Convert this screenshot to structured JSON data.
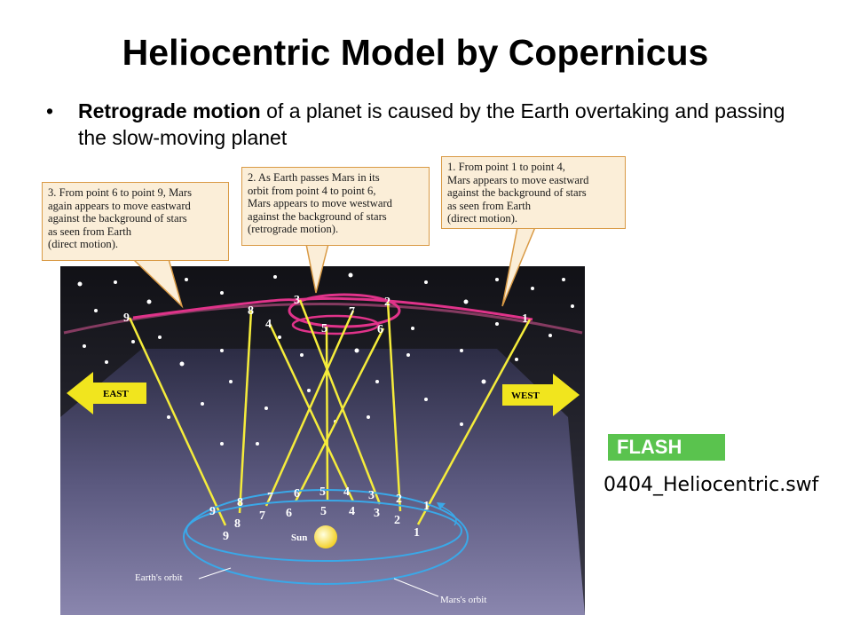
{
  "title": "Heliocentric Model by Copernicus",
  "bullet": {
    "bold": "Retrograde motion",
    "rest": " of a planet is caused by the Earth overtaking and passing the slow-moving planet"
  },
  "callouts": [
    {
      "lines": [
        "1. From point 1 to point 4,",
        "Mars appears to move eastward",
        "against the background of stars",
        "as seen from Earth",
        "(direct motion)."
      ]
    },
    {
      "lines": [
        "2. As Earth passes Mars in its",
        "orbit from point 4 to point 6,",
        "Mars appears to move westward",
        "against the background of stars",
        "(retrograde motion)."
      ]
    },
    {
      "lines": [
        "3. From point 6 to point 9, Mars",
        "again appears to move eastward",
        "against the background of stars",
        "as seen from Earth",
        "(direct motion)."
      ]
    }
  ],
  "diagram": {
    "east_label": "EAST",
    "west_label": "WEST",
    "sun_label": "Sun",
    "earth_orbit_label": "Earth's orbit",
    "mars_orbit_label": "Mars's orbit",
    "sky_numbers": [
      "1",
      "2",
      "3",
      "4",
      "5",
      "6",
      "7",
      "8",
      "9"
    ],
    "mars_numbers": [
      "1",
      "2",
      "3",
      "4",
      "5",
      "6",
      "7",
      "8",
      "9"
    ],
    "earth_numbers": [
      "1",
      "2",
      "3",
      "4",
      "5",
      "6",
      "7",
      "8",
      "9"
    ],
    "colors": {
      "sight_line": "#f5ec3b",
      "sky_path": "#e0338a",
      "orbit": "#3aa8e8",
      "arrow": "#f1e51e"
    }
  },
  "flash_label": "FLASH",
  "file_name": "0404_Heliocentric.swf"
}
